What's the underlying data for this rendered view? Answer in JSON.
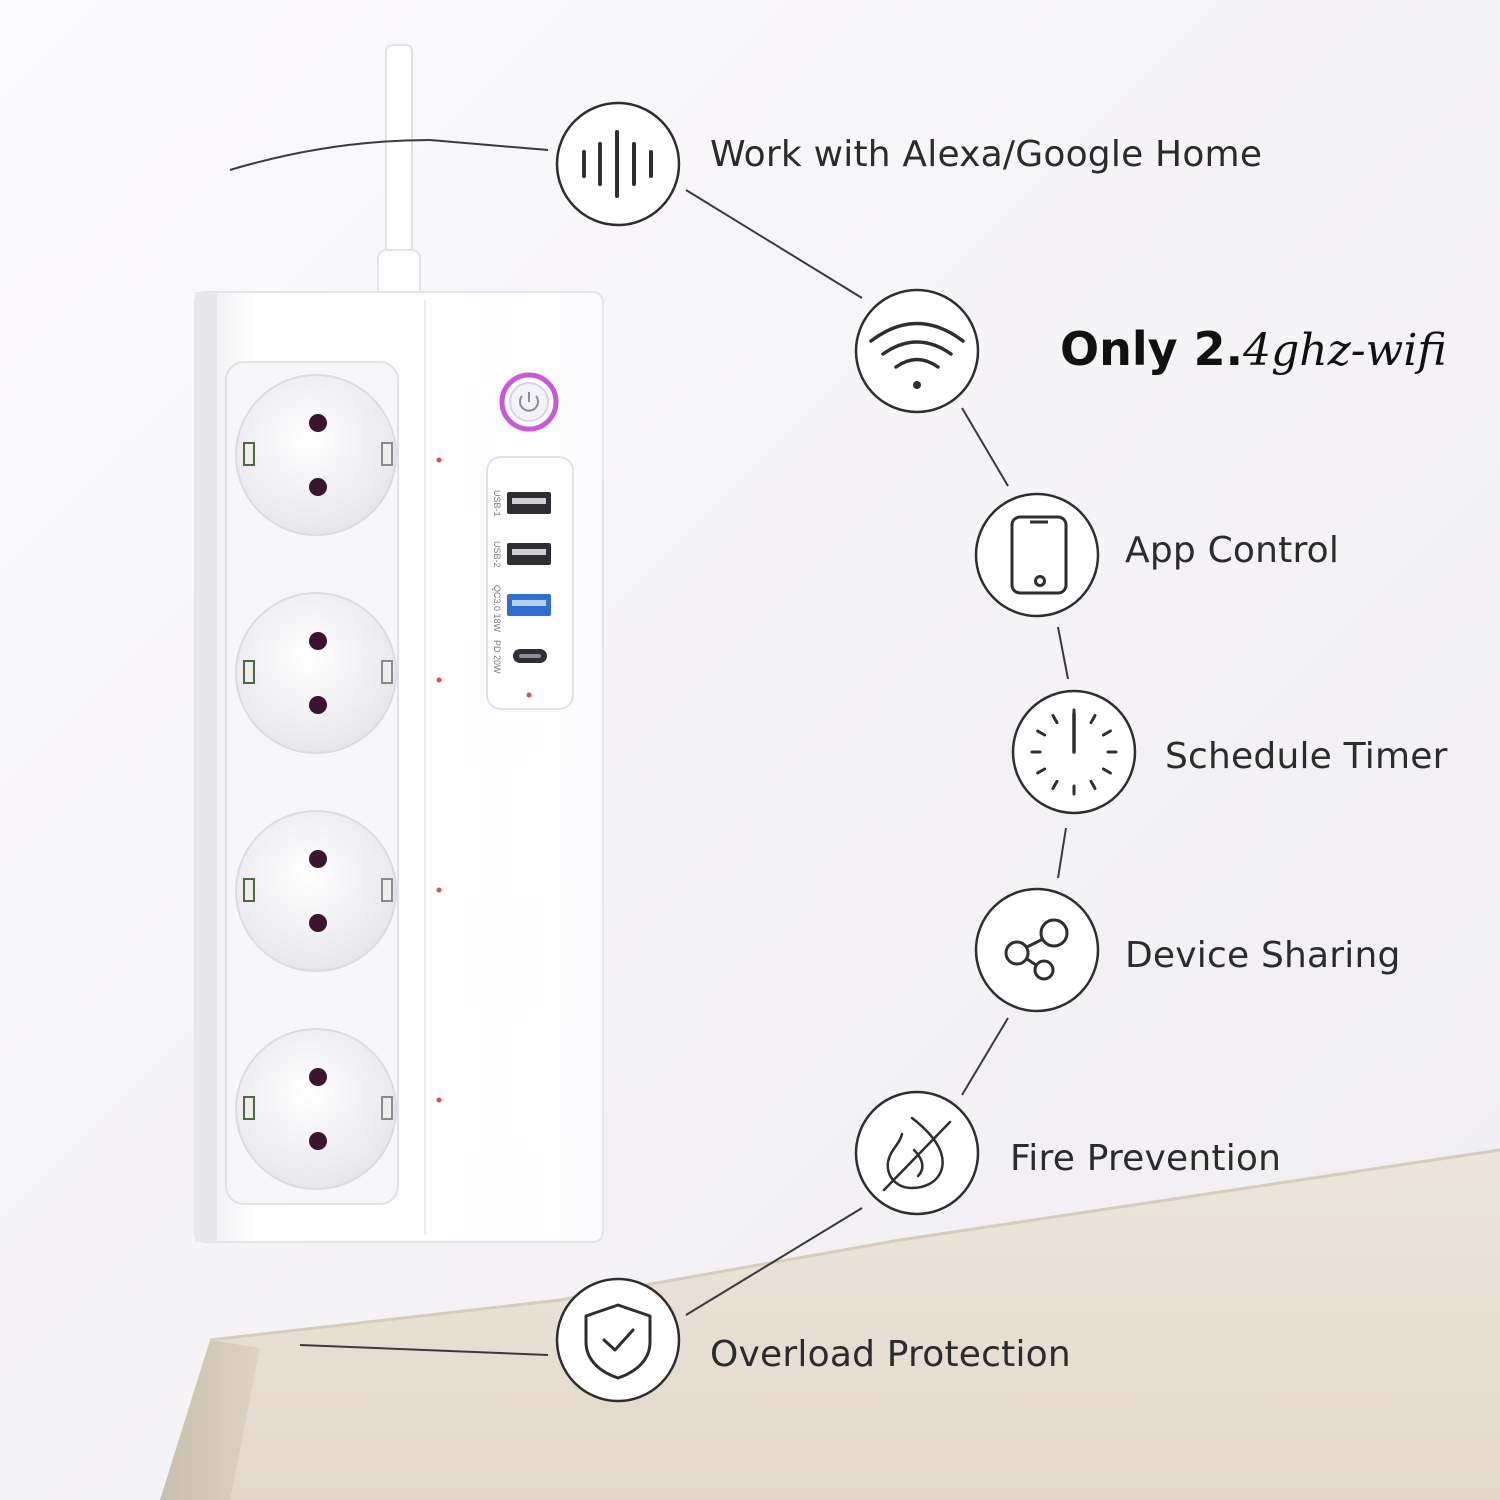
{
  "features": [
    {
      "id": "voice",
      "label": "Work with Alexa/Google Home",
      "icon": "voice-assistant-icon"
    },
    {
      "id": "wifi",
      "label": "",
      "icon": "wifi-icon"
    },
    {
      "id": "app",
      "label": "App Control",
      "icon": "smartphone-icon"
    },
    {
      "id": "timer",
      "label": "Schedule Timer",
      "icon": "clock-timer-icon"
    },
    {
      "id": "sharing",
      "label": "Device Sharing",
      "icon": "share-icon"
    },
    {
      "id": "fire",
      "label": "Fire Prevention",
      "icon": "no-fire-icon"
    },
    {
      "id": "overload",
      "label": "Overload Protection",
      "icon": "shield-check-icon"
    }
  ],
  "wifi_note": {
    "bold": "Only 2.",
    "script": "4ghz-wifi"
  },
  "power_strip": {
    "usb_ports": [
      {
        "label": "USB-1",
        "type": "usb-a"
      },
      {
        "label": "USB-2",
        "type": "usb-a"
      },
      {
        "label": "QC3.0 18W",
        "type": "usb-a-qc"
      },
      {
        "label": "PD 20W",
        "type": "usb-c"
      }
    ],
    "socket_count": 4
  },
  "colors": {
    "line": "#3a3a3a",
    "power_ring": "#c85ad8",
    "qc_port": "#2f6fd0",
    "table": "#e9e1d4"
  }
}
